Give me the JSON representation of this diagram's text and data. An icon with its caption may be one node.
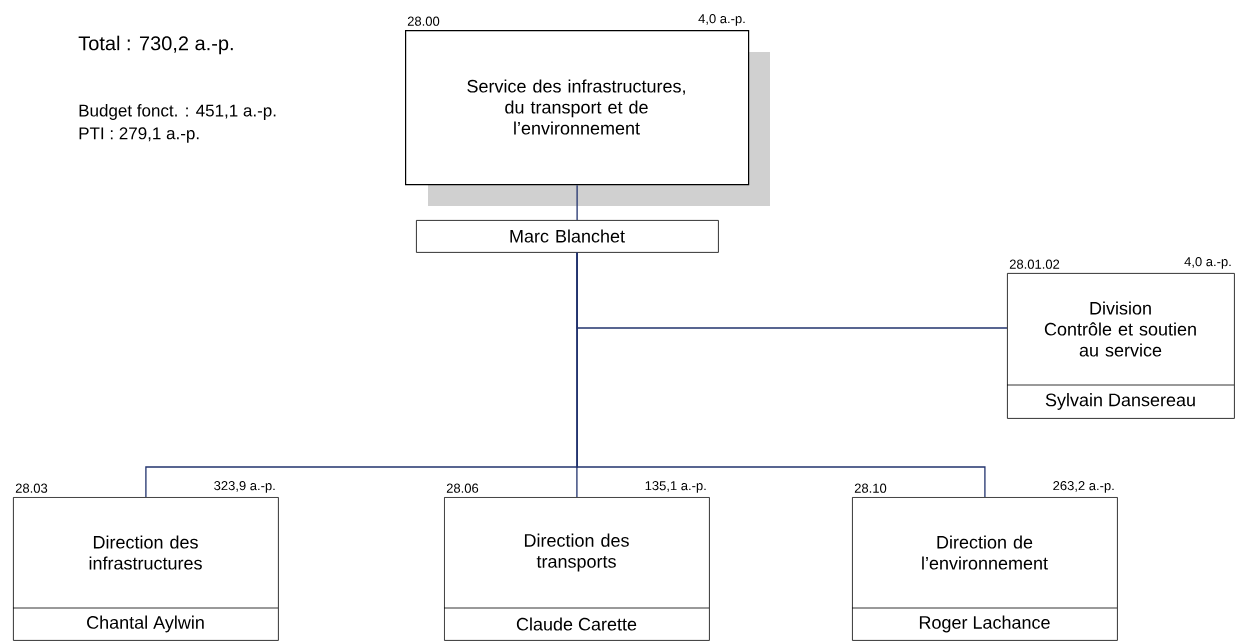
{
  "diagram": {
    "nodes": [
      {
        "text": [
          "Service des infrastructures, du transport et de l’environnement"
        ],
        "beside": [
          "28.00",
          "4,0 a.-p."
        ]
      },
      {
        "text": [
          "Marc Blanchet"
        ]
      },
      {
        "text": [
          "Division",
          "Contrôle et soutien au service",
          "Sylvain Dansereau"
        ],
        "beside": [
          "28.01.02",
          "4,0 a.-p."
        ]
      },
      {
        "text": [
          "Direction des infrastructures",
          "Chantal Aylwin"
        ],
        "beside": [
          "28.03",
          "323,9 a.-p."
        ]
      },
      {
        "text": [
          "Direction des transports",
          "Claude Carette"
        ],
        "beside": [
          "28.06",
          "135,1 a.-p."
        ]
      },
      {
        "text": [
          "Direction de l’environnement",
          "Roger Lachance"
        ],
        "beside": [
          "28.10",
          "263,2 a.-p."
        ]
      }
    ],
    "edges": [
      {
        "from": 0,
        "to": 1,
        "arrow": "none"
      },
      {
        "from": 1,
        "to": 2,
        "arrow": "none"
      },
      {
        "from": 1,
        "to": 3,
        "arrow": "none"
      },
      {
        "from": 1,
        "to": 4,
        "arrow": "none"
      },
      {
        "from": 1,
        "to": 5,
        "arrow": "none"
      }
    ],
    "labels": [
      "Total : 730,2 a.-p.",
      "Budget fonct. : 451,1 a.-p.",
      "PTI : 279,1 a.-p."
    ]
  }
}
